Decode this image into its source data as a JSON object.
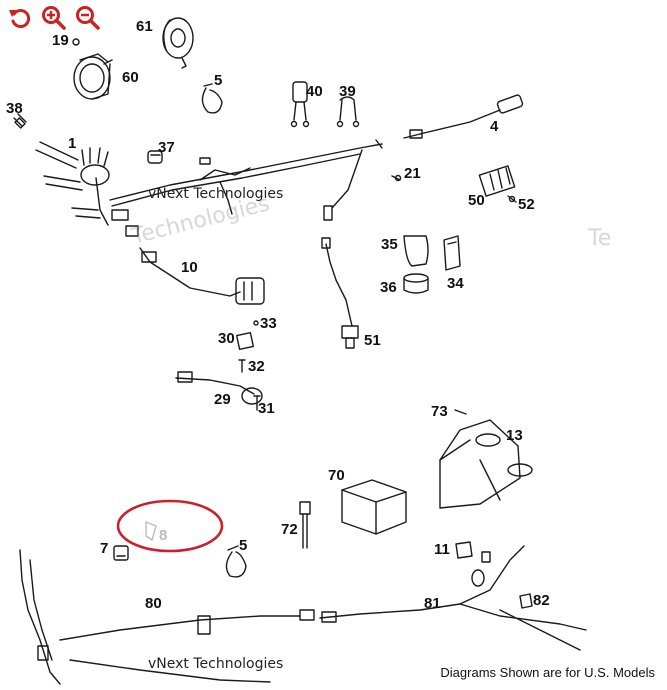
{
  "toolbar": {
    "items": [
      {
        "id": "reset",
        "icon": "rotate-ccw-icon"
      },
      {
        "id": "zoom_in",
        "icon": "zoom-in-icon"
      },
      {
        "id": "zoom_out",
        "icon": "zoom-out-icon"
      }
    ],
    "accent": "#cc2222"
  },
  "diagram": {
    "labels": {
      "p1": "1",
      "p4": "4",
      "p5a": "5",
      "p5b": "5",
      "p7": "7",
      "p8": "8",
      "p10": "10",
      "p11": "11",
      "p13": "13",
      "p19": "19",
      "p21": "21",
      "p29": "29",
      "p30": "30",
      "p31": "31",
      "p32": "32",
      "p33": "33",
      "p34": "34",
      "p35": "35",
      "p36": "36",
      "p37": "37",
      "p38": "38",
      "p39": "39",
      "p40": "40",
      "p50": "50",
      "p51": "51",
      "p52": "52",
      "p60": "60",
      "p61": "61",
      "p70": "70",
      "p72": "72",
      "p73": "73",
      "p80": "80",
      "p81": "81",
      "p82": "82"
    },
    "highlight_color": "#cc1f2a",
    "line_color": "#1a1a1a"
  },
  "watermarks": {
    "brand": "vNext Technologies",
    "short": "Technologies",
    "edge": "Te"
  },
  "footer": {
    "note": "Diagrams Shown are for U.S. Models"
  }
}
